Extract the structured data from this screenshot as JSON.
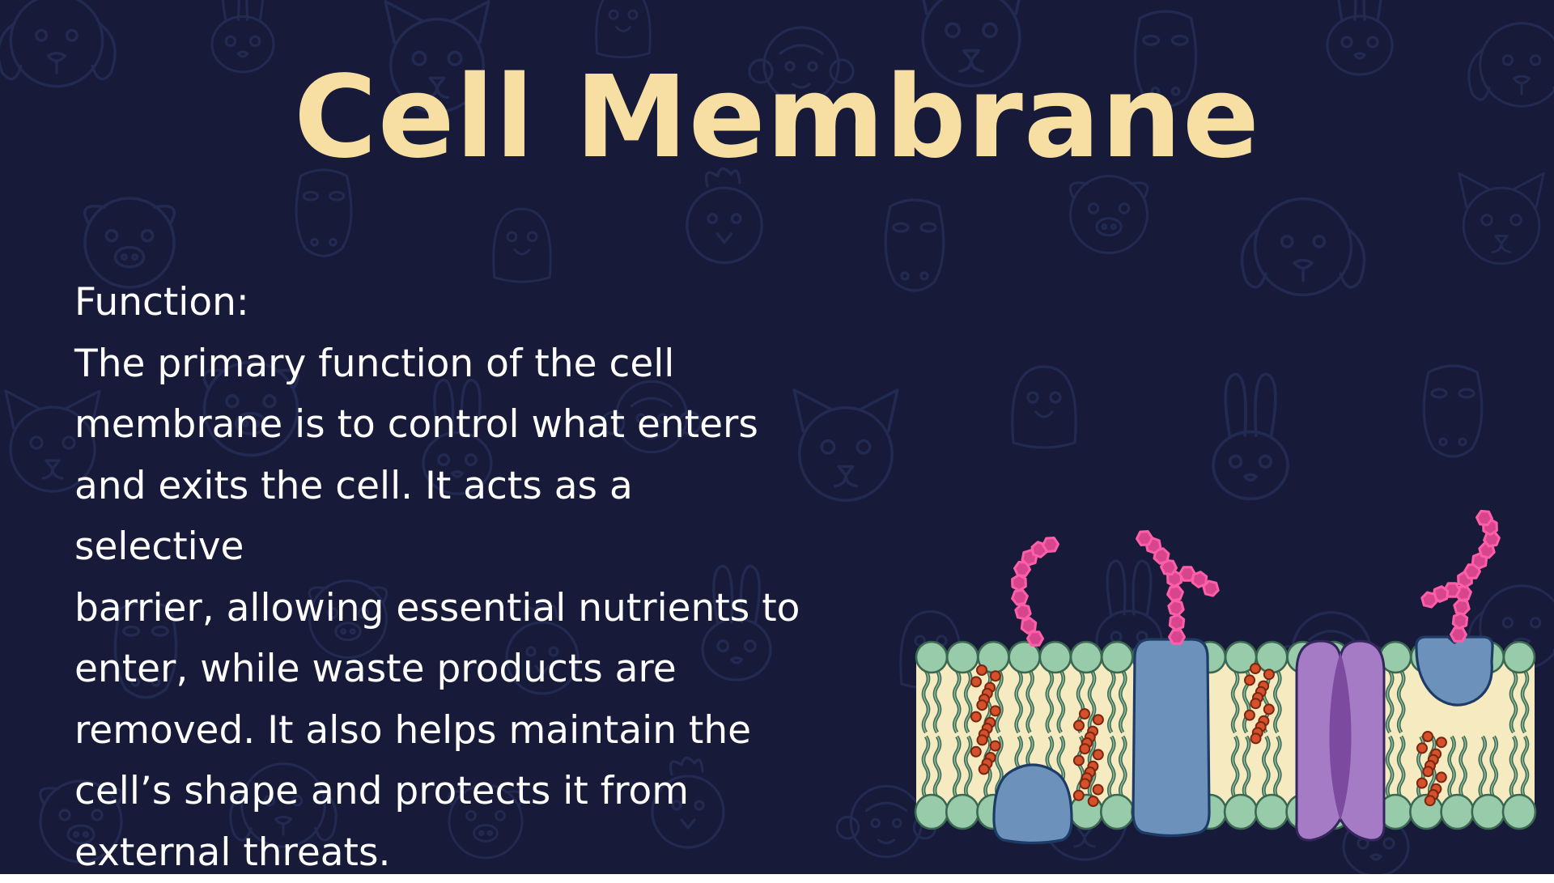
{
  "slide": {
    "title": "Cell Membrane",
    "body": {
      "lines": [
        "Function:",
        "The primary function of the cell",
        "membrane is to control what enters",
        "and exits the cell. It acts as a selective",
        "barrier, allowing essential nutrients to",
        "enter, while waste products are",
        "removed. It also helps maintain the",
        "cell’s shape and protects it from",
        "external threats."
      ]
    }
  },
  "diagram": {
    "label": "cell-membrane-illustration",
    "parts": [
      "phospholipid-bilayer",
      "glycoprotein-sugar-chains",
      "integral-channel-protein",
      "peripheral-protein",
      "purple-channel-protein",
      "cholesterol-clusters"
    ]
  },
  "colors": {
    "background": "#171B39",
    "pattern_outline": "#232A52",
    "title_text": "#F7DFA4",
    "body_text": "#FFFFFF",
    "lipid_head_fill": "#97CBA9",
    "lipid_head_stroke": "#3C6852",
    "membrane_interior": "#F6EAC1",
    "tail_dark": "#3F6B54",
    "tail_light": "#8CB89A",
    "protein_blue_fill": "#6C92BC",
    "protein_blue_stroke": "#1E3A66",
    "protein_purple_fill": "#A47BC4",
    "protein_purple_inner": "#7C4A9E",
    "protein_purple_stroke": "#34255C",
    "glycan_fill": "#D8458F",
    "glycan_stroke": "#FF5FA8",
    "cholesterol_fill": "#D5512C",
    "cholesterol_stroke": "#7A2610"
  }
}
